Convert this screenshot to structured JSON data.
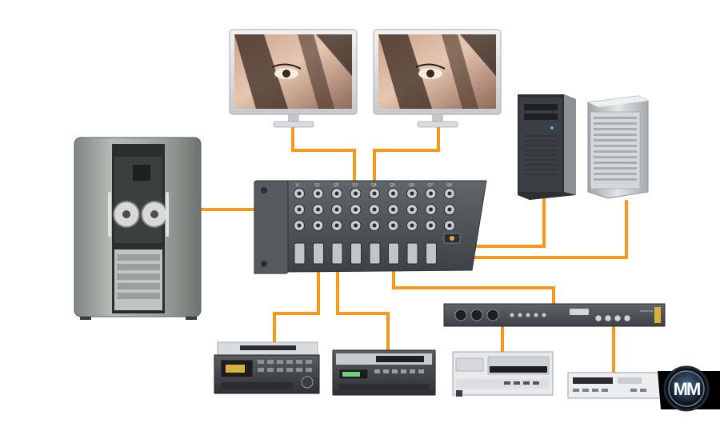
{
  "diagram": {
    "router_port_labels": [
      "A",
      "Q1",
      "Q2",
      "Q3",
      "Q4",
      "Q5",
      "Q6",
      "Q7",
      "Q8"
    ],
    "capture_card_label": "DeckLink",
    "logo_text": "MM",
    "colors": {
      "cable": "#f39a1e",
      "device_dark": "#4a4d52",
      "device_light": "#c9ccd0",
      "background": "#ffffff"
    },
    "devices": [
      {
        "name": "monitor-left",
        "icon": "lcd-monitor"
      },
      {
        "name": "monitor-right",
        "icon": "lcd-monitor"
      },
      {
        "name": "film-scanner",
        "icon": "film-scanner"
      },
      {
        "name": "video-router",
        "icon": "sdi-router"
      },
      {
        "name": "pc-workstation",
        "icon": "tower-pc"
      },
      {
        "name": "mac-pro",
        "icon": "tower-mac"
      },
      {
        "name": "hdcam-deck",
        "icon": "vtr-deck"
      },
      {
        "name": "betacam-deck",
        "icon": "vtr-deck"
      },
      {
        "name": "breakout-box",
        "icon": "breakout-rack"
      },
      {
        "name": "dvd-recorder",
        "icon": "dvd-recorder"
      },
      {
        "name": "vhs-recorder",
        "icon": "vhs-recorder"
      }
    ]
  }
}
